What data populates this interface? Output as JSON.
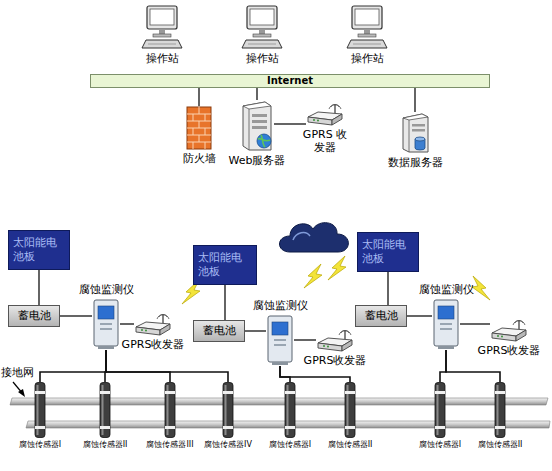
{
  "diagram": {
    "nodes": [
      {
        "text": [
          "操作站"
        ]
      },
      {
        "text": [
          "操作站"
        ]
      },
      {
        "text": [
          "操作站"
        ]
      },
      {
        "text": [
          "Internet"
        ]
      },
      {
        "text": [
          "防火墙"
        ]
      },
      {
        "text": [
          "Web服务器"
        ]
      },
      {
        "text": [
          "GPRS 收发器"
        ]
      },
      {
        "text": [
          "数据服务器"
        ]
      },
      {
        "text": [
          "太阳能电池板"
        ]
      },
      {
        "text": [
          "蓄电池"
        ]
      },
      {
        "text": [
          "腐蚀监测仪"
        ]
      },
      {
        "text": [
          "GPRS收发器"
        ]
      },
      {
        "text": [
          "太阳能电池板"
        ]
      },
      {
        "text": [
          "蓄电池"
        ]
      },
      {
        "text": [
          "腐蚀监测仪"
        ]
      },
      {
        "text": [
          "GPRS收发器"
        ]
      },
      {
        "text": [
          "太阳能电池板"
        ]
      },
      {
        "text": [
          "蓄电池"
        ]
      },
      {
        "text": [
          "腐蚀监测仪"
        ]
      },
      {
        "text": [
          "GPRS收发器"
        ]
      },
      {
        "text": [
          "腐蚀传感器I"
        ]
      },
      {
        "text": [
          "腐蚀传感器II"
        ]
      },
      {
        "text": [
          "腐蚀传感器III"
        ]
      },
      {
        "text": [
          "腐蚀传感器IV"
        ]
      },
      {
        "text": [
          "腐蚀传感器I"
        ]
      },
      {
        "text": [
          "腐蚀传感器II"
        ]
      },
      {
        "text": [
          "腐蚀传感器I"
        ]
      },
      {
        "text": [
          "腐蚀传感器II"
        ]
      }
    ],
    "edges": [
      {
        "from": 4,
        "to": 3,
        "arrow": "none"
      },
      {
        "from": 5,
        "to": 3,
        "arrow": "none"
      },
      {
        "from": 7,
        "to": 3,
        "arrow": "none"
      },
      {
        "from": 5,
        "to": 6,
        "arrow": "none"
      },
      {
        "from": 8,
        "to": 9,
        "arrow": "none"
      },
      {
        "from": 9,
        "to": 10,
        "arrow": "none"
      },
      {
        "from": 10,
        "to": 11,
        "arrow": "none"
      },
      {
        "from": 12,
        "to": 13,
        "arrow": "none"
      },
      {
        "from": 13,
        "to": 14,
        "arrow": "none"
      },
      {
        "from": 14,
        "to": 15,
        "arrow": "none"
      },
      {
        "from": 16,
        "to": 17,
        "arrow": "none"
      },
      {
        "from": 17,
        "to": 18,
        "arrow": "none"
      },
      {
        "from": 18,
        "to": 19,
        "arrow": "none"
      },
      {
        "from": 10,
        "to": 20,
        "arrow": "none"
      },
      {
        "from": 10,
        "to": 21,
        "arrow": "none"
      },
      {
        "from": 10,
        "to": 22,
        "arrow": "none"
      },
      {
        "from": 10,
        "to": 23,
        "arrow": "none"
      },
      {
        "from": 14,
        "to": 24,
        "arrow": "none"
      },
      {
        "from": 14,
        "to": 25,
        "arrow": "none"
      },
      {
        "from": 18,
        "to": 26,
        "arrow": "none"
      },
      {
        "from": 18,
        "to": 27,
        "arrow": "none"
      }
    ],
    "labels": [
      "接地网"
    ]
  }
}
